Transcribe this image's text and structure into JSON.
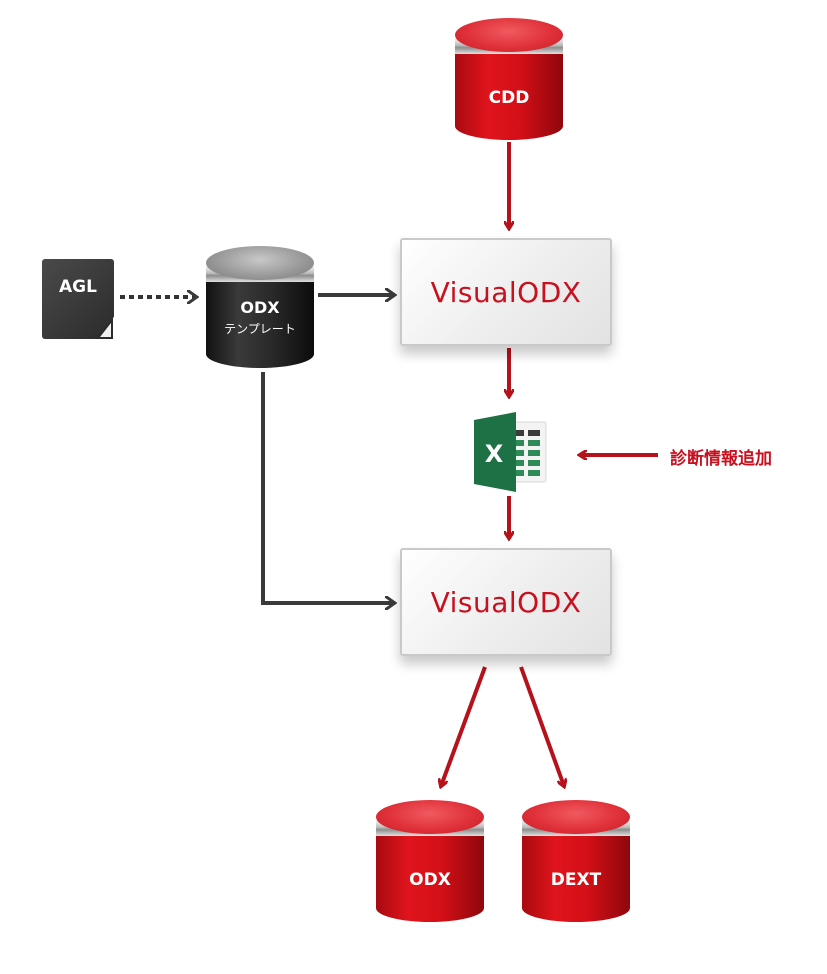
{
  "diagram": {
    "nodes": {
      "cdd": {
        "label": "CDD",
        "type": "database",
        "color": "#d40f17"
      },
      "agl": {
        "label": "AGL",
        "type": "document",
        "color": "#333333"
      },
      "odx_template": {
        "label_line1": "ODX",
        "label_line2": "テンプレート",
        "type": "database",
        "color": "#222222"
      },
      "visualodx_top": {
        "label": "VisualODX",
        "type": "process"
      },
      "excel": {
        "label": "X",
        "type": "excel-file",
        "color": "#1e7145"
      },
      "visualodx_bottom": {
        "label": "VisualODX",
        "type": "process"
      },
      "odx_out": {
        "label": "ODX",
        "type": "database",
        "color": "#d40f17"
      },
      "dext_out": {
        "label": "DEXT",
        "type": "database",
        "color": "#d40f17"
      }
    },
    "annotation": {
      "text": "診断情報追加"
    },
    "edges": [
      {
        "from": "cdd",
        "to": "visualodx_top",
        "style": "solid",
        "color": "#b5121b"
      },
      {
        "from": "agl",
        "to": "odx_template",
        "style": "dotted",
        "color": "#333333"
      },
      {
        "from": "odx_template",
        "to": "visualodx_top",
        "style": "solid",
        "color": "#3a3a3a"
      },
      {
        "from": "odx_template",
        "to": "visualodx_bottom",
        "style": "solid",
        "color": "#3a3a3a"
      },
      {
        "from": "visualodx_top",
        "to": "excel",
        "style": "solid",
        "color": "#b5121b"
      },
      {
        "from": "annotation",
        "to": "excel",
        "style": "solid",
        "color": "#b5121b"
      },
      {
        "from": "excel",
        "to": "visualodx_bottom",
        "style": "solid",
        "color": "#b5121b"
      },
      {
        "from": "visualodx_bottom",
        "to": "odx_out",
        "style": "solid",
        "color": "#b5121b"
      },
      {
        "from": "visualodx_bottom",
        "to": "dext_out",
        "style": "solid",
        "color": "#b5121b"
      }
    ]
  }
}
